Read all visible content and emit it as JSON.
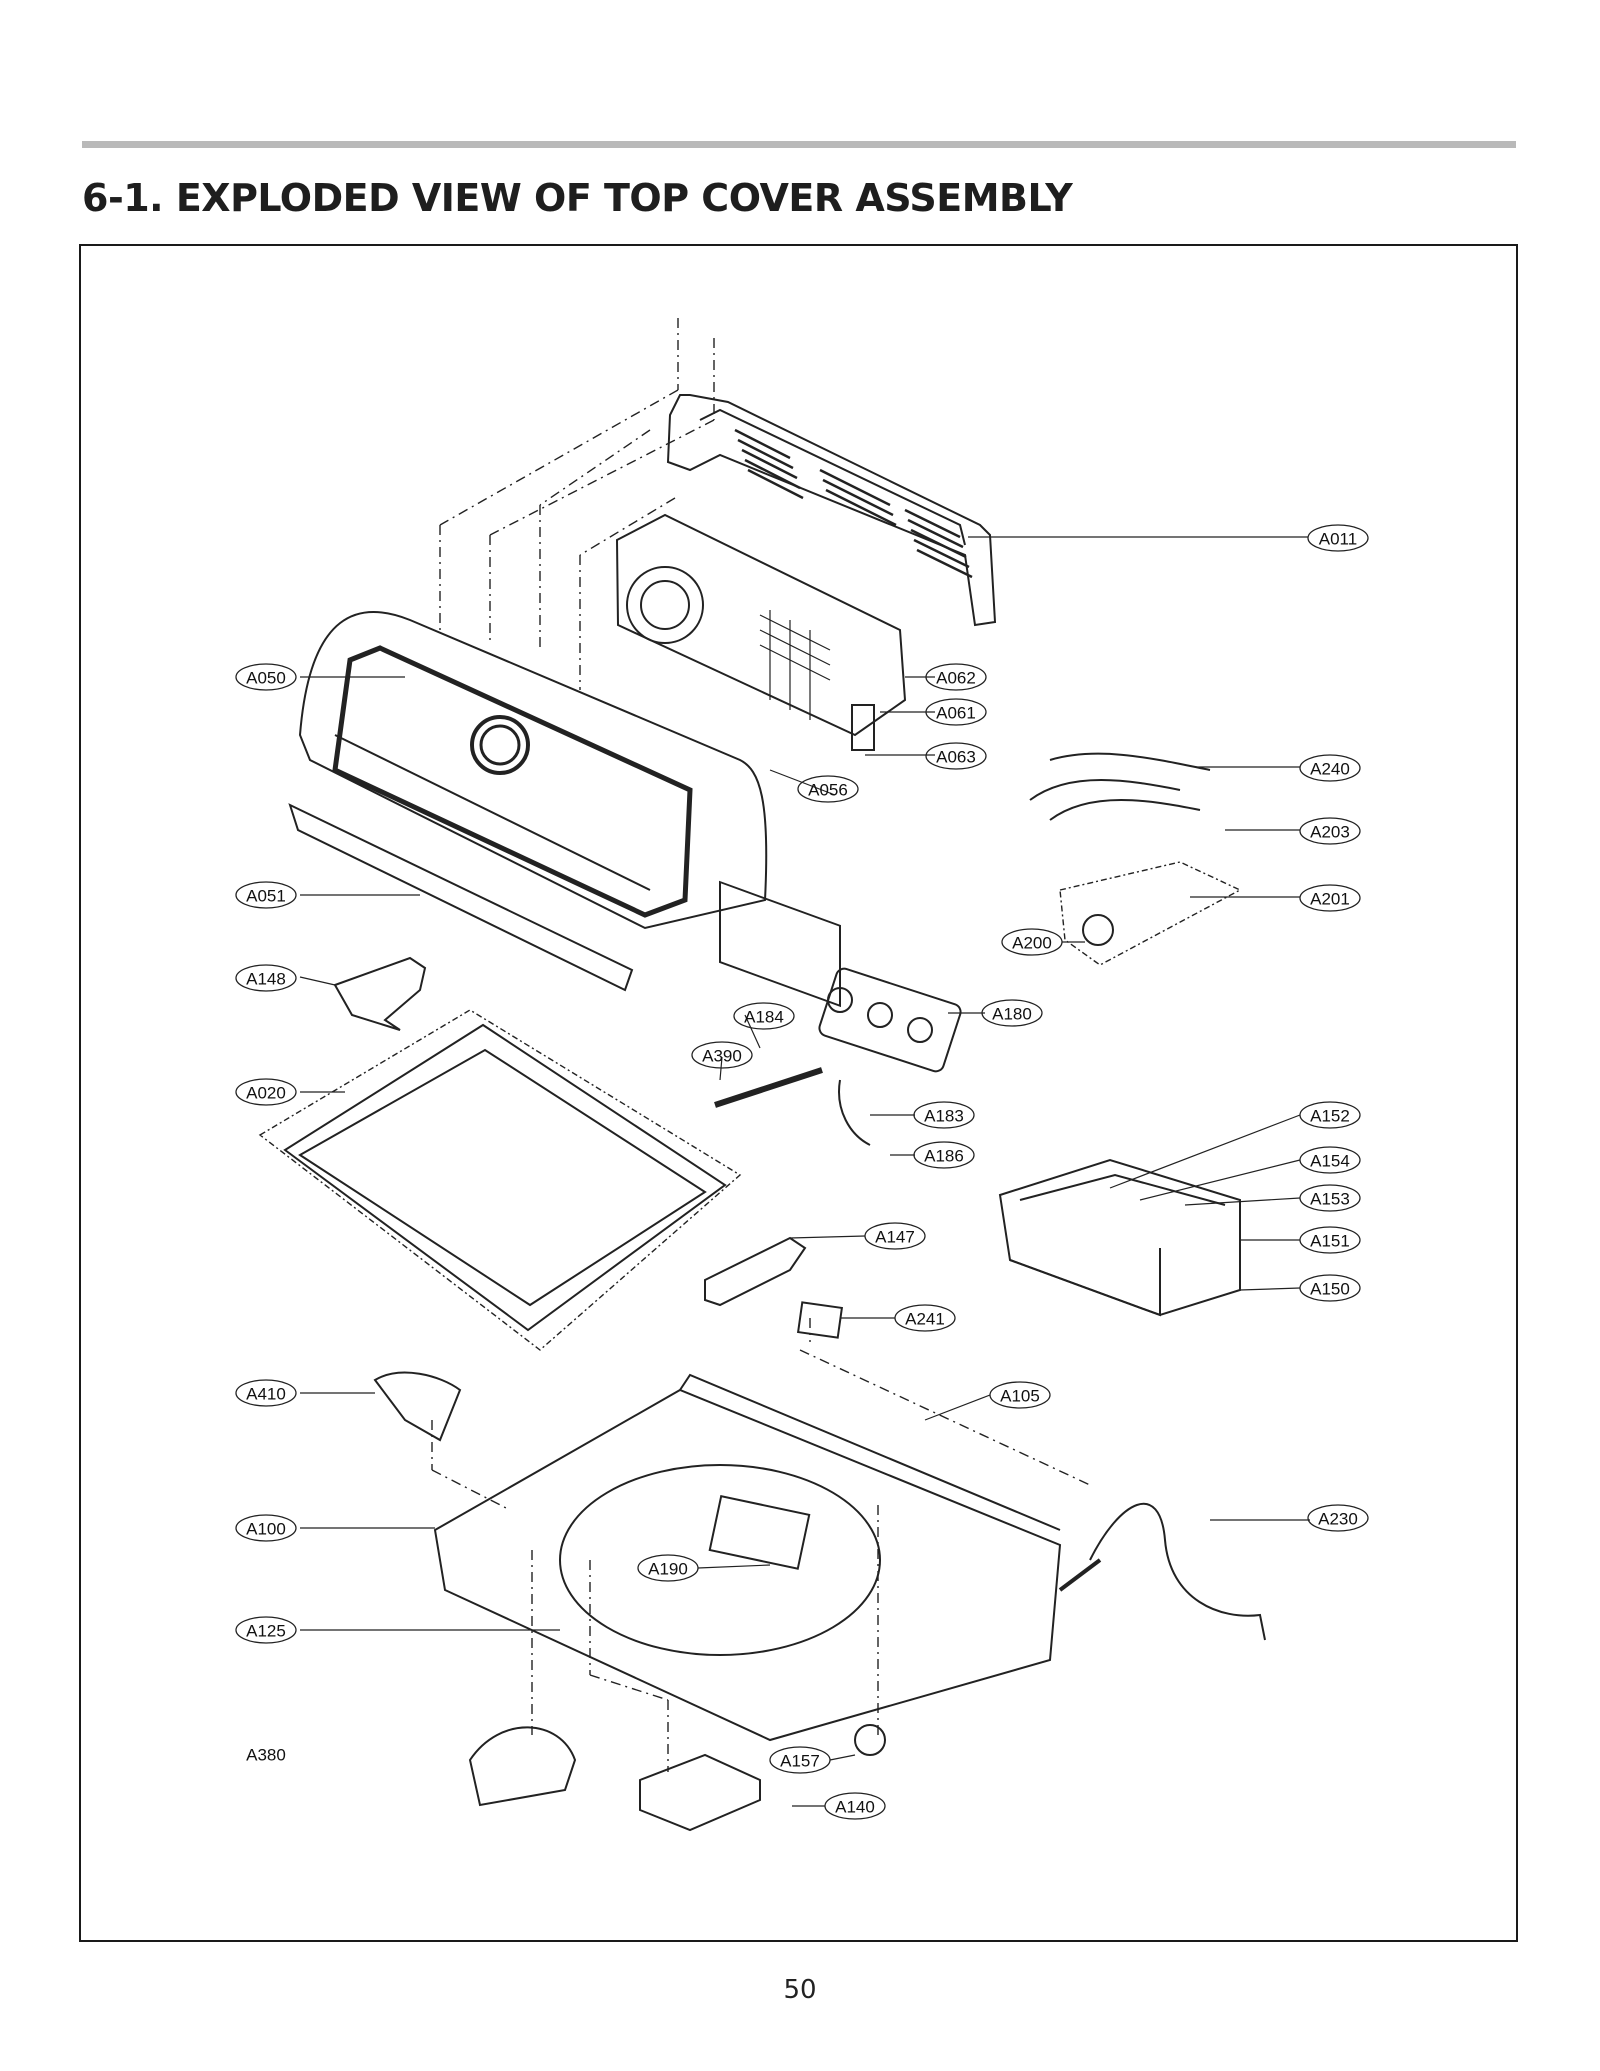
{
  "header": {
    "title": "6-1. EXPLODED VIEW OF TOP COVER ASSEMBLY"
  },
  "callouts": [
    "A011",
    "A050",
    "A062",
    "A061",
    "A063",
    "A056",
    "A240",
    "A203",
    "A201",
    "A051",
    "A200",
    "A148",
    "A184",
    "A180",
    "A390",
    "A020",
    "A183",
    "A152",
    "A186",
    "A154",
    "A153",
    "A147",
    "A151",
    "A150",
    "A241",
    "A410",
    "A105",
    "A100",
    "A230",
    "A190",
    "A125",
    "A380",
    "A157",
    "A140"
  ],
  "footer": {
    "page_number": "50"
  }
}
